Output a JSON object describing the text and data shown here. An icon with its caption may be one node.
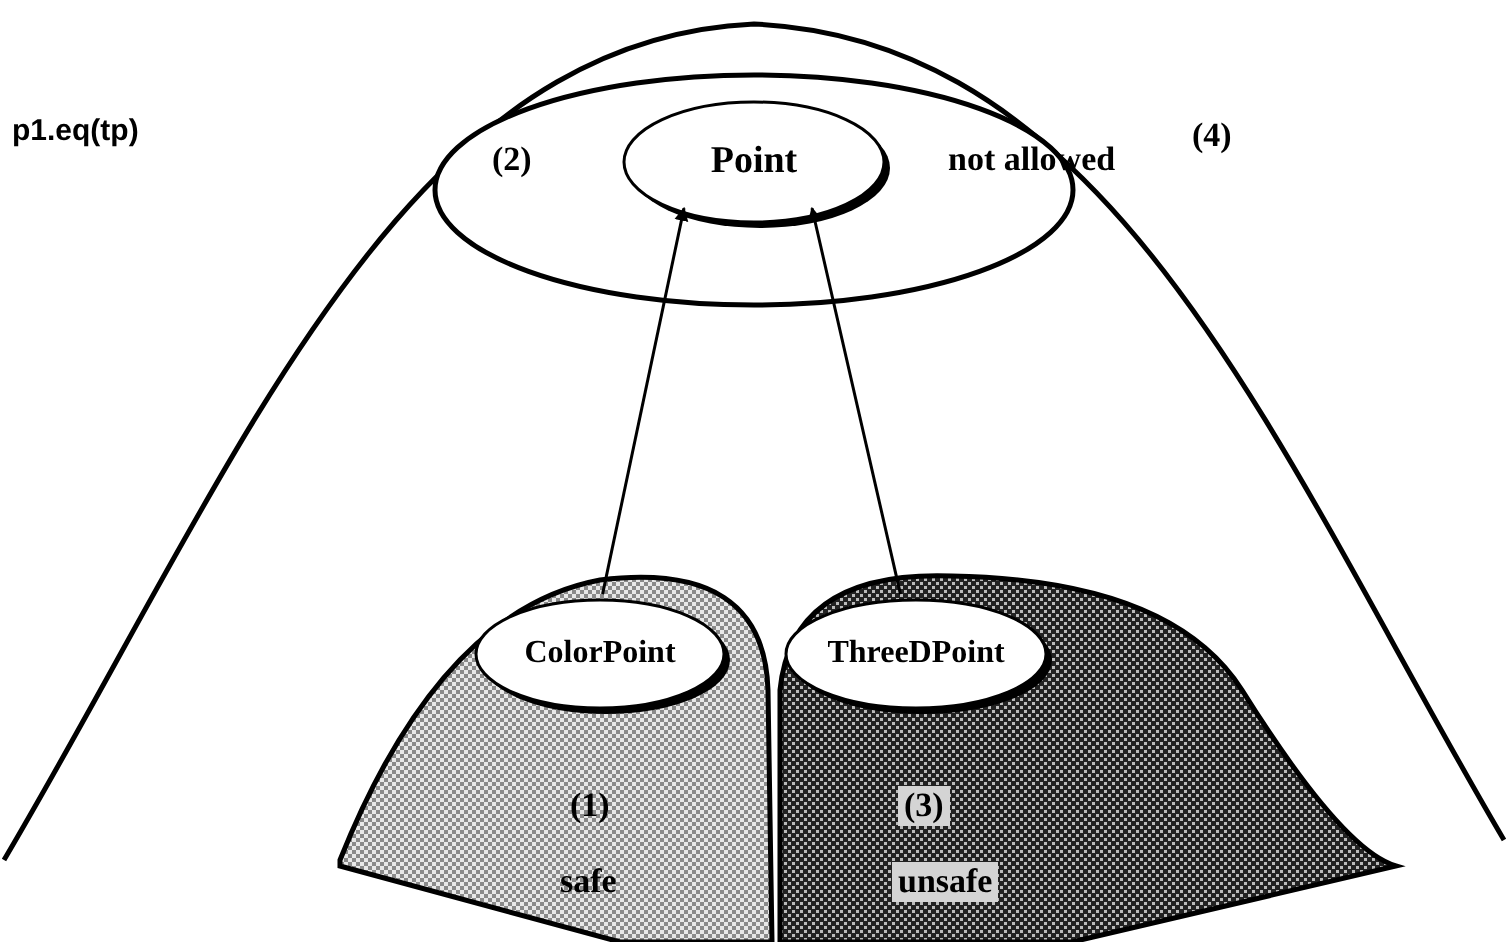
{
  "diagram": {
    "nodes": [
      {
        "text": [
          "(2)"
        ]
      },
      {
        "text": [
          "Point"
        ],
        "in": 0
      },
      {
        "text": [
          "(1)",
          "safe"
        ]
      },
      {
        "text": [
          "ColorPoint"
        ],
        "in": 2
      },
      {
        "text": [
          "(3)",
          "unsafe"
        ]
      },
      {
        "text": [
          "ThreeDPoint"
        ],
        "in": 4
      }
    ],
    "edges": [
      {
        "from": 3,
        "to": 1,
        "arrow": "to"
      },
      {
        "from": 5,
        "to": 1,
        "arrow": "to"
      }
    ],
    "labels": [
      "p1.eq(tp)",
      "(4)",
      "not allowed"
    ]
  }
}
